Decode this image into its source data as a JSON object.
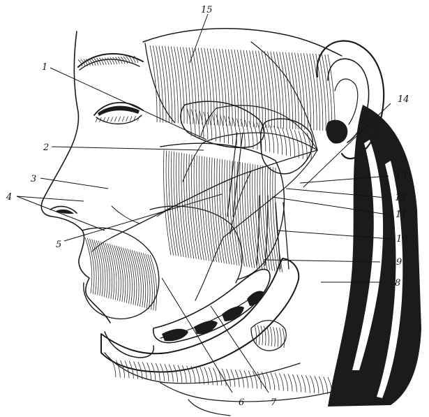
{
  "colors": {
    "ink": "#111111",
    "paper": "#ffffff"
  },
  "labels": [
    "1",
    "2",
    "3",
    "4",
    "5",
    "6",
    "7",
    "8",
    "9",
    "10",
    "11",
    "12",
    "13",
    "14",
    "15"
  ]
}
